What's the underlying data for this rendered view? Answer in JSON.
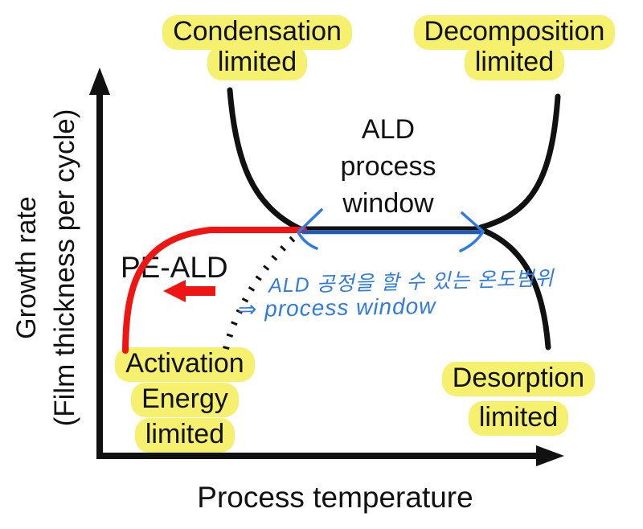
{
  "figure": {
    "y_axis": {
      "label_outer": "Growth rate",
      "label_inner": "(Film thickness per cycle)"
    },
    "x_axis": {
      "label": "Process temperature"
    },
    "region_labels": {
      "condensation": {
        "line1": "Condensation",
        "line2": "limited"
      },
      "decomposition": {
        "line1": "Decomposition",
        "line2": "limited"
      },
      "activation": {
        "line1": "Activation",
        "line2": "Energy",
        "line3": "limited"
      },
      "desorption": {
        "line1": "Desorption",
        "line2": "limited"
      }
    },
    "window_label": {
      "line1": "ALD",
      "line2": "process",
      "line3": "window"
    },
    "pe_ald_label": "PE-ALD"
  },
  "handwriting": {
    "line1": "ALD 공정을 할 수 있는 온도범위",
    "line2": "⇒ process window"
  },
  "colors": {
    "background": "#ffffff",
    "highlight_yellow": "#f5f06e",
    "curve_black": "#111111",
    "pe_ald_red": "#ee1512",
    "window_line_blue": "#1e5bc0",
    "handwriting_blue": "#2f7be0"
  }
}
